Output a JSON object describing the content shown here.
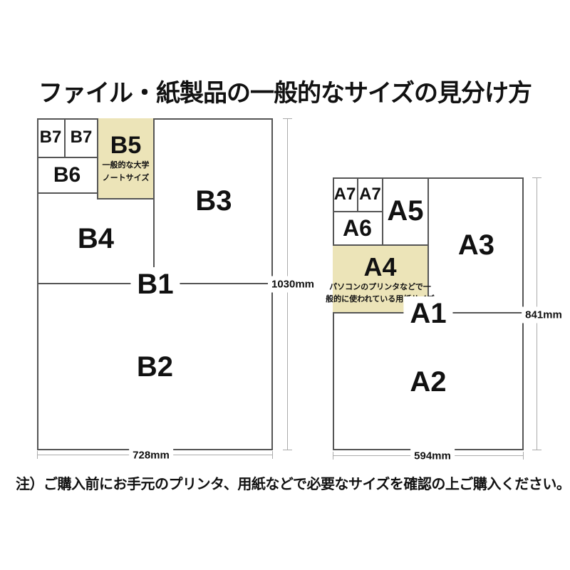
{
  "page": {
    "title": "ファイル・紙製品の一般的なサイズの見分け方",
    "note": "注）ご購入前にお手元のプリンタ、用紙などで必要なサイズを確認の上ご購入ください。"
  },
  "colors": {
    "highlight_beige": "#ece4b8",
    "box_line": "#555555",
    "dimension_line": "#ababab",
    "text": "#111111",
    "background": "#ffffff"
  },
  "b_diagram": {
    "width_dimension": "728mm",
    "height_dimension": "1030mm",
    "labels": {
      "b7_left": "B7",
      "b7_right": "B7",
      "b6": "B6",
      "b5": "B5",
      "b5_sub1": "一般的な大学",
      "b5_sub2": "ノートサイズ",
      "b4": "B4",
      "b3": "B3",
      "b2": "B2",
      "b1": "B1"
    }
  },
  "a_diagram": {
    "width_dimension": "594mm",
    "height_dimension": "841mm",
    "labels": {
      "a7_left": "A7",
      "a7_right": "A7",
      "a6": "A6",
      "a5": "A5",
      "a4": "A4",
      "a4_sub1": "パソコンのプリンタなどで一",
      "a4_sub2": "般的に使われている用紙サイズ",
      "a3": "A3",
      "a2": "A2",
      "a1": "A1"
    }
  }
}
